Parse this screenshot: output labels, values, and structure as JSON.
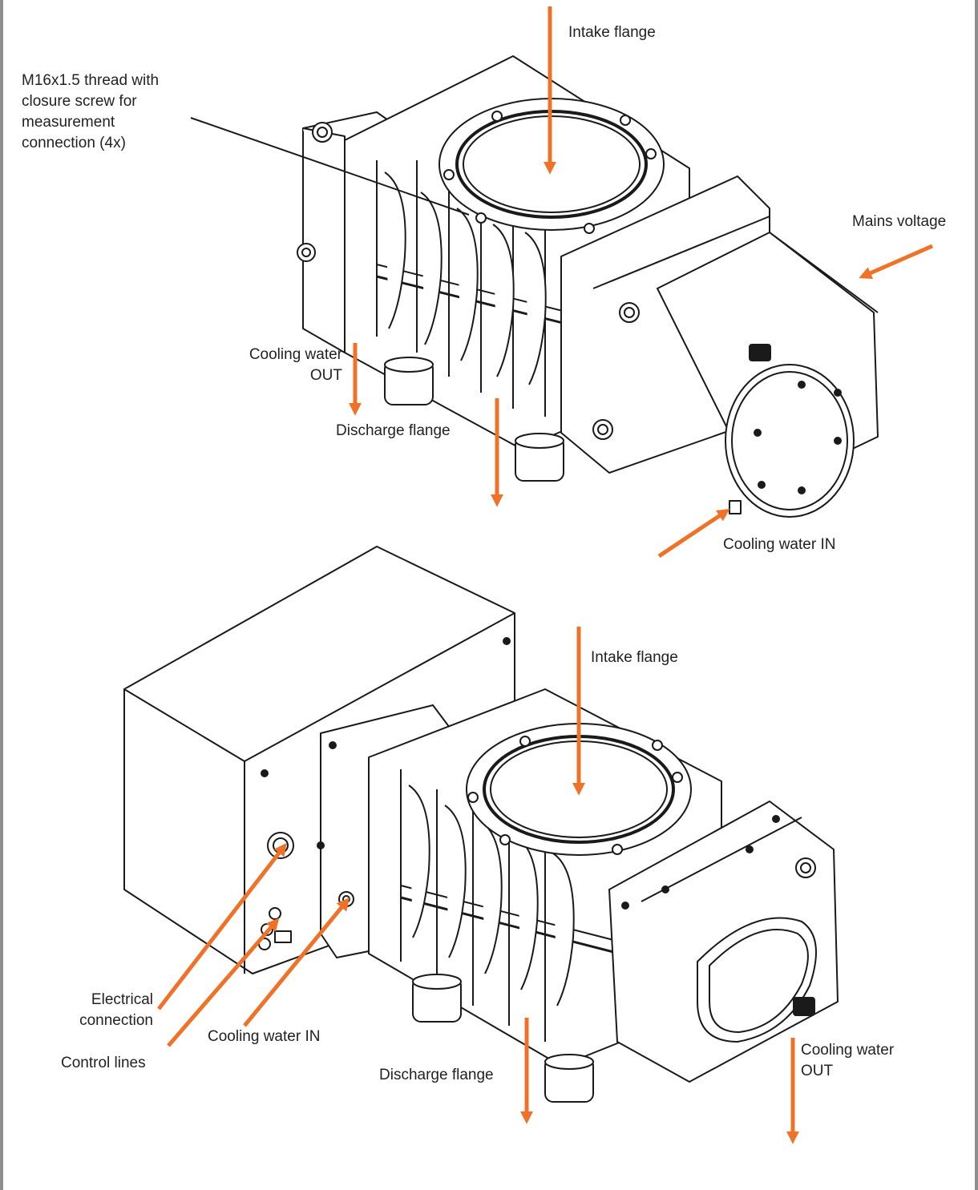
{
  "colors": {
    "arrow": "#f07228",
    "line": "#1a1a1a",
    "frame": "#8e8e8e"
  },
  "top_view": {
    "intake_flange": "Intake flange",
    "thread_note": [
      "M16x1.5 thread with",
      "closure screw for",
      "measurement",
      "connection (4x)"
    ],
    "mains_voltage": "Mains voltage",
    "cooling_water_out": [
      "Cooling water",
      "OUT"
    ],
    "discharge_flange": "Discharge flange",
    "cooling_water_in": "Cooling water IN"
  },
  "bottom_view": {
    "intake_flange": "Intake flange",
    "electrical_connection": [
      "Electrical",
      "connection"
    ],
    "control_lines": "Control lines",
    "cooling_water_in": "Cooling water IN",
    "discharge_flange": "Discharge flange",
    "cooling_water_out": [
      "Cooling water",
      "OUT"
    ]
  }
}
